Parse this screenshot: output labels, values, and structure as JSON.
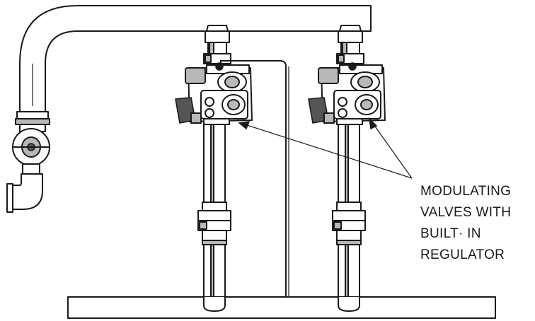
{
  "callout": {
    "lines": [
      "MODULATING",
      "VALVES WITH",
      "BUILT· IN",
      "REGULATOR"
    ]
  },
  "colors": {
    "line": "#1a1a1a",
    "shade": "#b8b8b8",
    "dark": "#555555",
    "background": "#ffffff"
  }
}
